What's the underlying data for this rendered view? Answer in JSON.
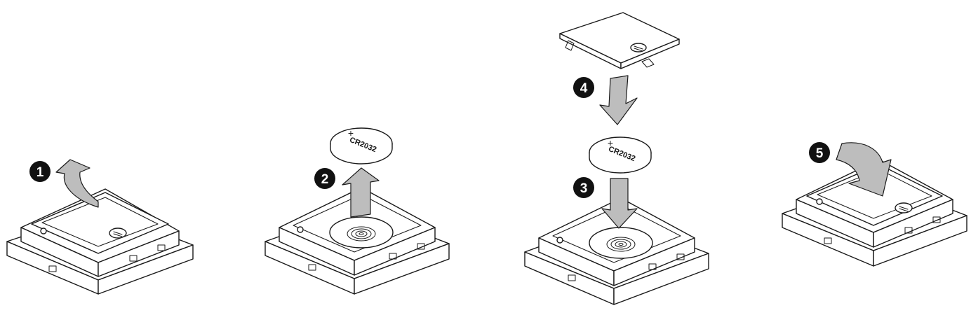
{
  "steps": [
    {
      "number": "1"
    },
    {
      "number": "2"
    },
    {
      "number": "3"
    },
    {
      "number": "4"
    },
    {
      "number": "5"
    }
  ],
  "battery": {
    "label": "CR2032",
    "polarity": "+"
  },
  "icons": {
    "arrow": "arrow-icon",
    "battery": "coin-cell-battery-icon"
  }
}
